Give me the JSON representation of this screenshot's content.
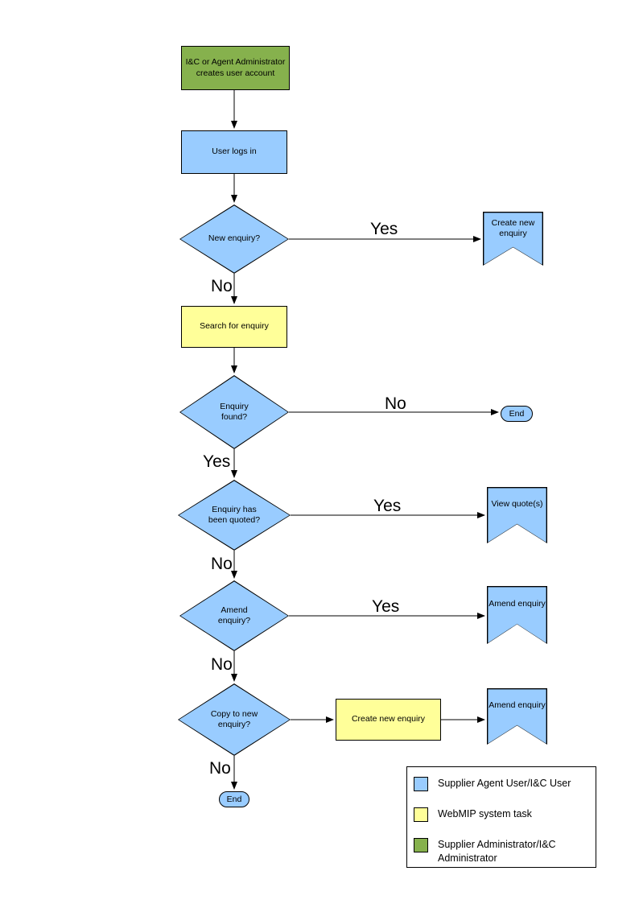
{
  "colors": {
    "shape-blue": "#99CCFF",
    "task-yellow": "#FFFF99",
    "admin-green": "#86B14D",
    "line": "#000000"
  },
  "nodes": {
    "admin_creates_account": "I&C or Agent Administrator creates user account",
    "user_logs_in": "User logs in",
    "new_enquiry": "New enquiry?",
    "create_new_enquiry_ref": "Create new enquiry",
    "search_for_enquiry": "Search for enquiry",
    "enquiry_found": "Enquiry found?",
    "end_1": "End",
    "enquiry_quoted": "Enquiry has been quoted?",
    "view_quotes_ref": "View quote(s)",
    "amend_enquiry_q": "Amend enquiry?",
    "amend_enquiry_ref": "Amend enquiry",
    "copy_to_new": "Copy to new enquiry?",
    "create_new_enquiry_task": "Create new enquiry",
    "amend_enquiry_ref2": "Amend enquiry",
    "end_2": "End"
  },
  "edges": [
    {
      "from": "admin_creates_account",
      "to": "user_logs_in",
      "label": ""
    },
    {
      "from": "user_logs_in",
      "to": "new_enquiry",
      "label": ""
    },
    {
      "from": "new_enquiry",
      "to": "create_new_enquiry_ref",
      "label": "Yes"
    },
    {
      "from": "new_enquiry",
      "to": "search_for_enquiry",
      "label": "No"
    },
    {
      "from": "search_for_enquiry",
      "to": "enquiry_found",
      "label": ""
    },
    {
      "from": "enquiry_found",
      "to": "end_1",
      "label": "No"
    },
    {
      "from": "enquiry_found",
      "to": "enquiry_quoted",
      "label": "Yes"
    },
    {
      "from": "enquiry_quoted",
      "to": "view_quotes_ref",
      "label": "Yes"
    },
    {
      "from": "enquiry_quoted",
      "to": "amend_enquiry_q",
      "label": "No"
    },
    {
      "from": "amend_enquiry_q",
      "to": "amend_enquiry_ref",
      "label": "Yes"
    },
    {
      "from": "amend_enquiry_q",
      "to": "copy_to_new",
      "label": "No"
    },
    {
      "from": "copy_to_new",
      "to": "create_new_enquiry_task",
      "label": ""
    },
    {
      "from": "create_new_enquiry_task",
      "to": "amend_enquiry_ref2",
      "label": ""
    },
    {
      "from": "copy_to_new",
      "to": "end_2",
      "label": "No"
    }
  ],
  "legend": {
    "items": [
      {
        "color": "#99CCFF",
        "label": "Supplier Agent User/I&C User"
      },
      {
        "color": "#FFFF99",
        "label": "WebMIP system task"
      },
      {
        "color": "#86B14D",
        "label": "Supplier Administrator/I&C Administrator"
      }
    ]
  }
}
